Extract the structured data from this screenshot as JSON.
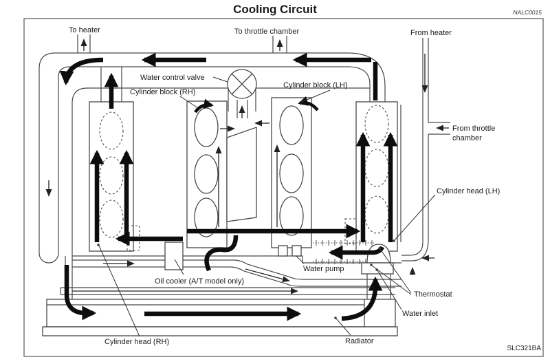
{
  "title": "Cooling Circuit",
  "codes": {
    "top_right": "NALC0015",
    "bottom_right": "SLC321BA"
  },
  "labels": {
    "to_heater": "To heater",
    "to_throttle_chamber": "To throttle chamber",
    "from_heater": "From heater",
    "water_control_valve": "Water control valve",
    "cylinder_block_rh": "Cylinder block (RH)",
    "cylinder_block_lh": "Cylinder block (LH)",
    "from_throttle_line1": "From throttle",
    "from_throttle_line2": "chamber",
    "cylinder_head_lh": "Cylinder head (LH)",
    "oil_cooler": "Oil cooler (A/T model only)",
    "water_pump": "Water pump",
    "thermostat": "Thermostat",
    "water_inlet": "Water inlet",
    "cylinder_head_rh": "Cylinder head (RH)",
    "radiator": "Radiator"
  },
  "colors": {
    "line": "#474747",
    "flow": "#0d0d0d",
    "background": "#ffffff"
  }
}
